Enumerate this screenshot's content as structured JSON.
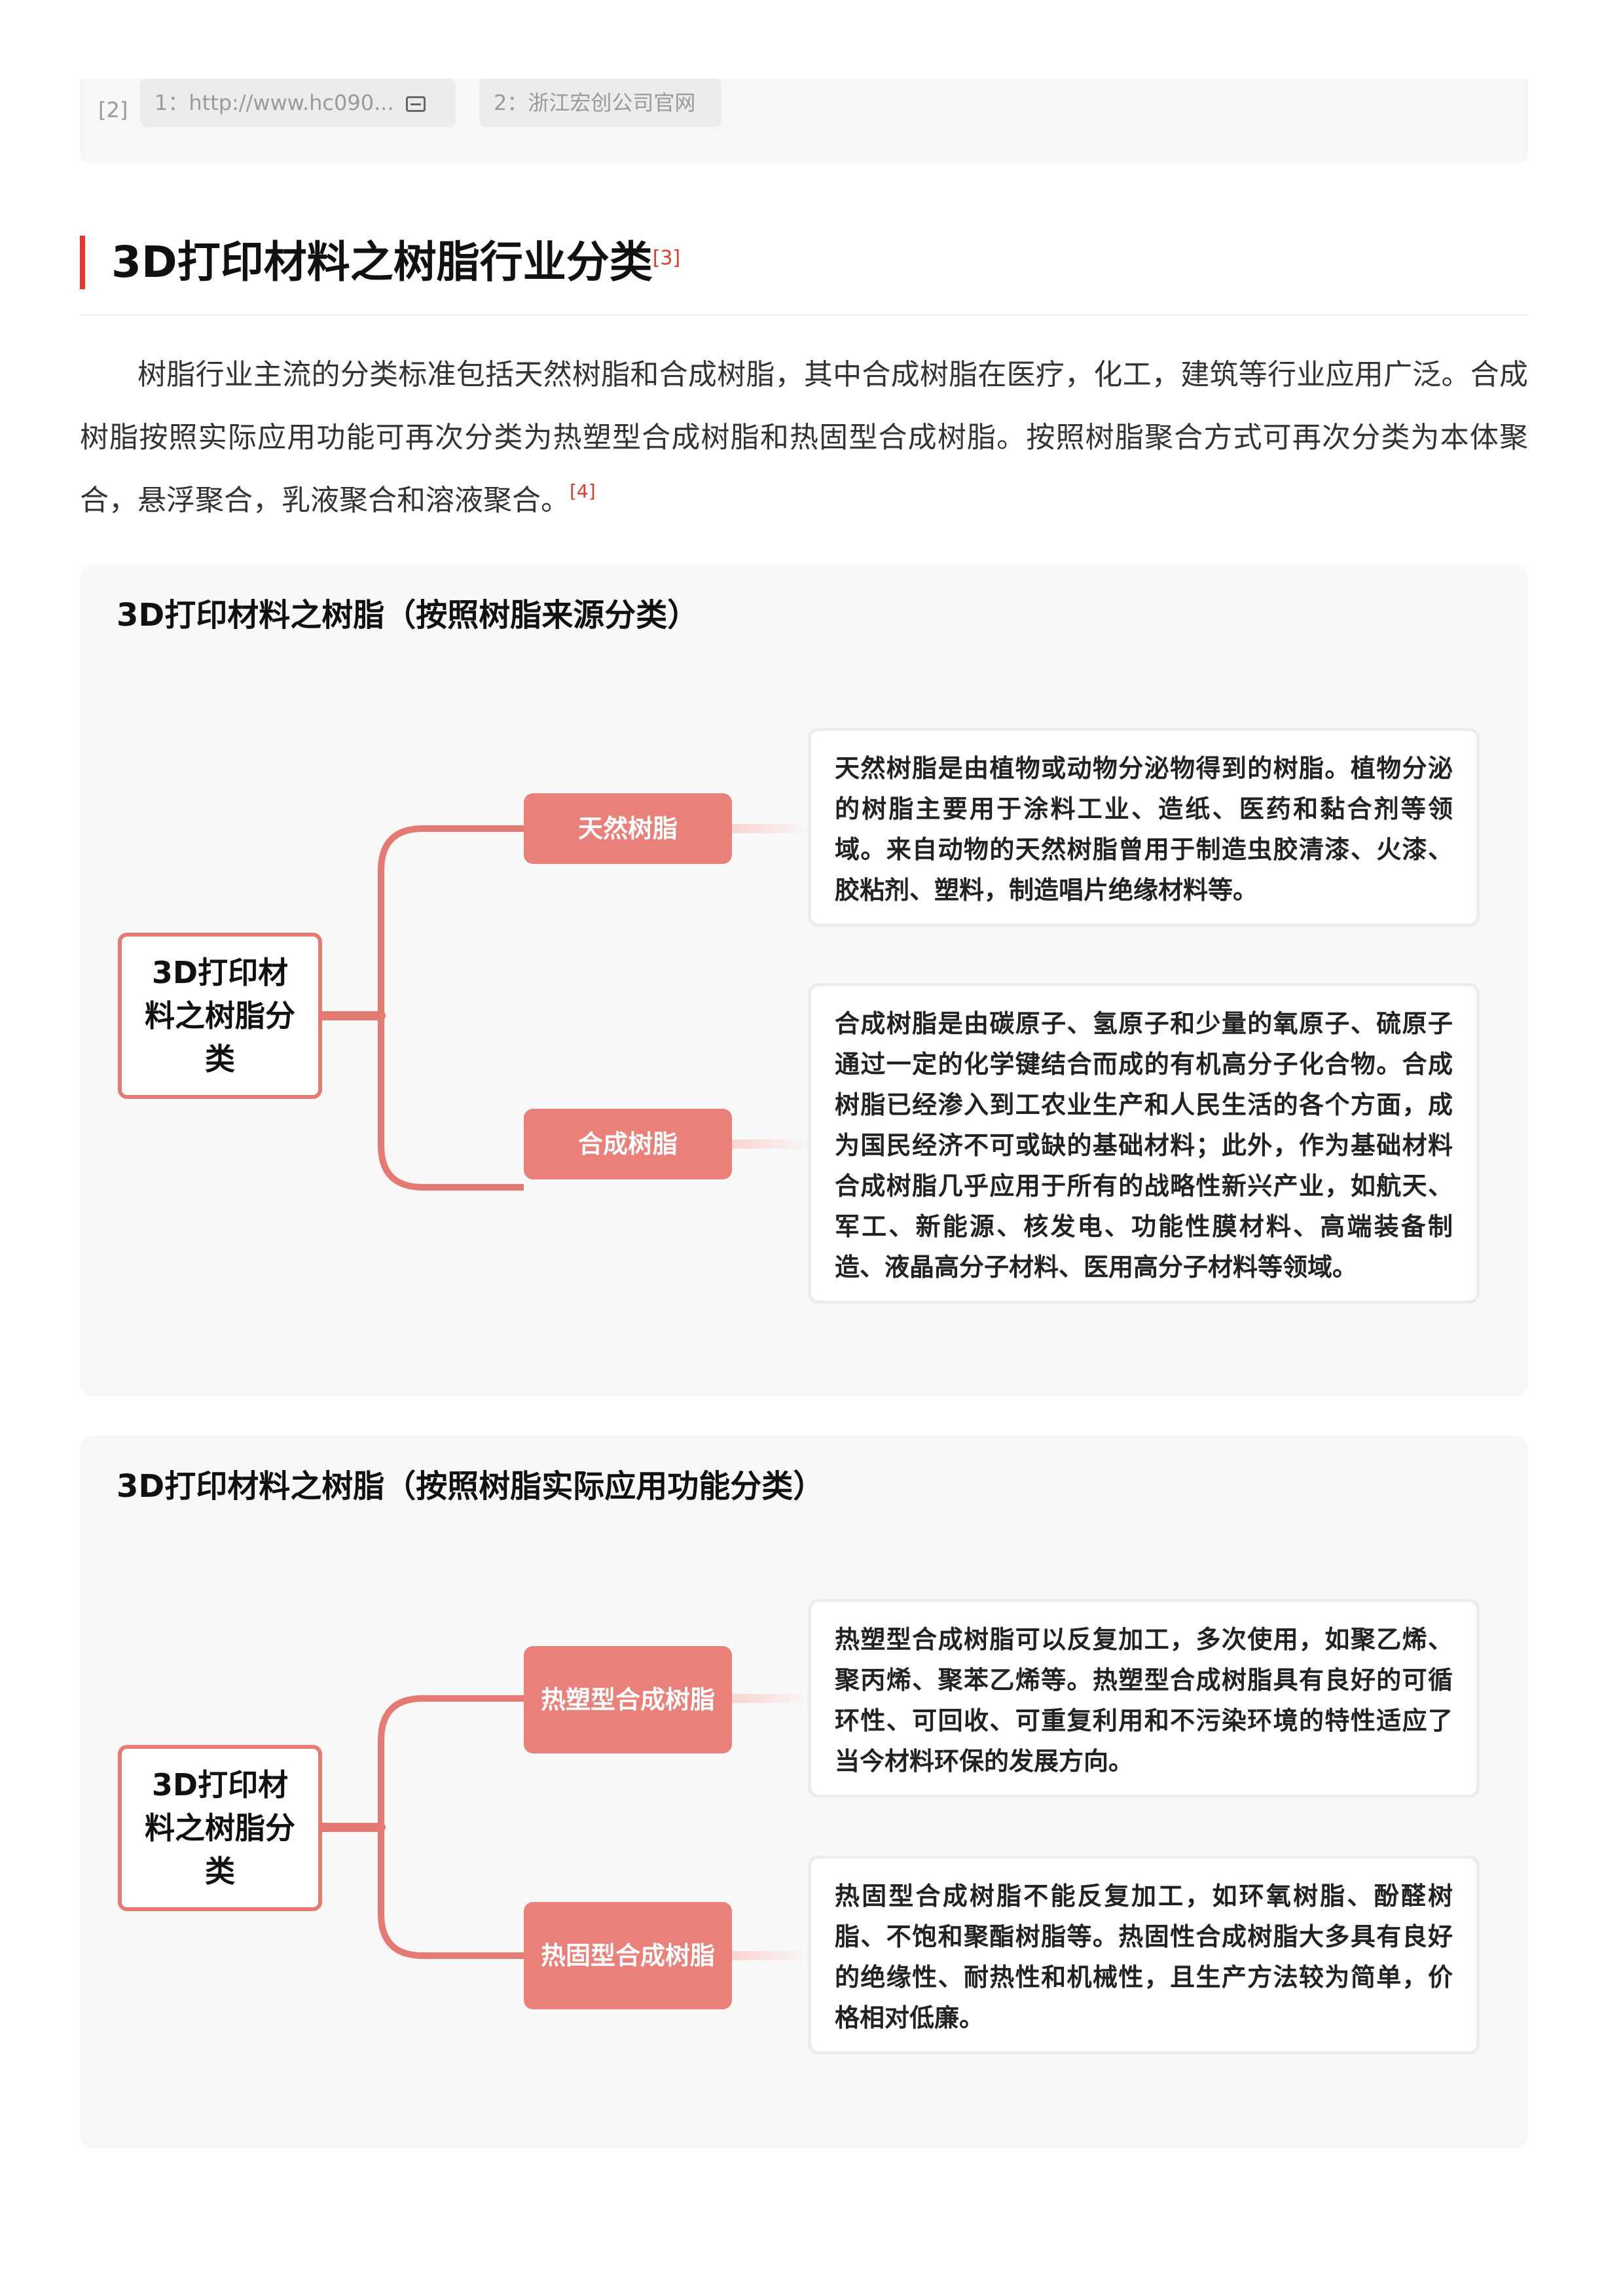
{
  "references": {
    "label": "[2]",
    "items": [
      {
        "text": "1：http://www.hc090...",
        "icon": "link-icon"
      },
      {
        "text": "2：浙江宏创公司官网"
      }
    ]
  },
  "section": {
    "title": "3D打印材料之树脂行业分类",
    "title_ref": "[3]",
    "paragraph": "树脂行业主流的分类标准包括天然树脂和合成树脂，其中合成树脂在医疗，化工，建筑等行业应用广泛。合成树脂按照实际应用功能可再次分类为热塑型合成树脂和热固型合成树脂。按照树脂聚合方式可再次分类为本体聚合，悬浮聚合，乳液聚合和溶液聚合。",
    "paragraph_ref": "[4]"
  },
  "diagrams": [
    {
      "title": "3D打印材料之树脂（按照树脂来源分类）",
      "root": "3D打印材料之树脂分类",
      "branches": [
        {
          "label": "天然树脂",
          "description": "天然树脂是由植物或动物分泌物得到的树脂。植物分泌的树脂主要用于涂料工业、造纸、医药和黏合剂等领域。来自动物的天然树脂曾用于制造虫胶清漆、火漆、胶粘剂、塑料，制造唱片绝缘材料等。"
        },
        {
          "label": "合成树脂",
          "description": "合成树脂是由碳原子、氢原子和少量的氧原子、硫原子通过一定的化学键结合而成的有机高分子化合物。合成树脂已经渗入到工农业生产和人民生活的各个方面，成为国民经济不可或缺的基础材料；此外，作为基础材料合成树脂几乎应用于所有的战略性新兴产业，如航天、军工、新能源、核发电、功能性膜材料、高端装备制造、液晶高分子材料、医用高分子材料等领域。"
        }
      ]
    },
    {
      "title": "3D打印材料之树脂（按照树脂实际应用功能分类）",
      "root": "3D打印材料之树脂分类",
      "branches": [
        {
          "label": "热塑型合成树脂",
          "description": "热塑型合成树脂可以反复加工，多次使用，如聚乙烯、聚丙烯、聚苯乙烯等。热塑型合成树脂具有良好的可循环性、可回收、可重复利用和不污染环境的特性适应了当今材料环保的发展方向。"
        },
        {
          "label": "热固型合成树脂",
          "description": "热固型合成树脂不能反复加工，如环氧树脂、酚醛树脂、不饱和聚酯树脂等。热固性合成树脂大多具有良好的绝缘性、耐热性和机械性，且生产方法较为简单，价格相对低廉。"
        }
      ]
    }
  ],
  "colors": {
    "accent": "#e23b2e",
    "node": "#e9807a",
    "root_border": "#e47a72"
  }
}
